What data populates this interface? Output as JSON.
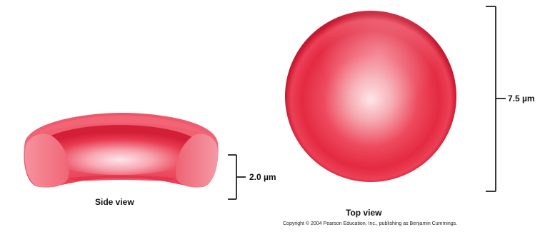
{
  "side_view": {
    "caption": "Side view",
    "measurement": "2.0 µm"
  },
  "top_view": {
    "caption": "Top view",
    "measurement": "7.5 µm"
  },
  "copyright": "Copyright © 2004 Pearson Education, Inc., publishing as Benjamin Cummings.",
  "colors": {
    "cell_base": "#e8283f",
    "cell_highlight": "#fbd6da",
    "scale_bar": "#222222"
  }
}
